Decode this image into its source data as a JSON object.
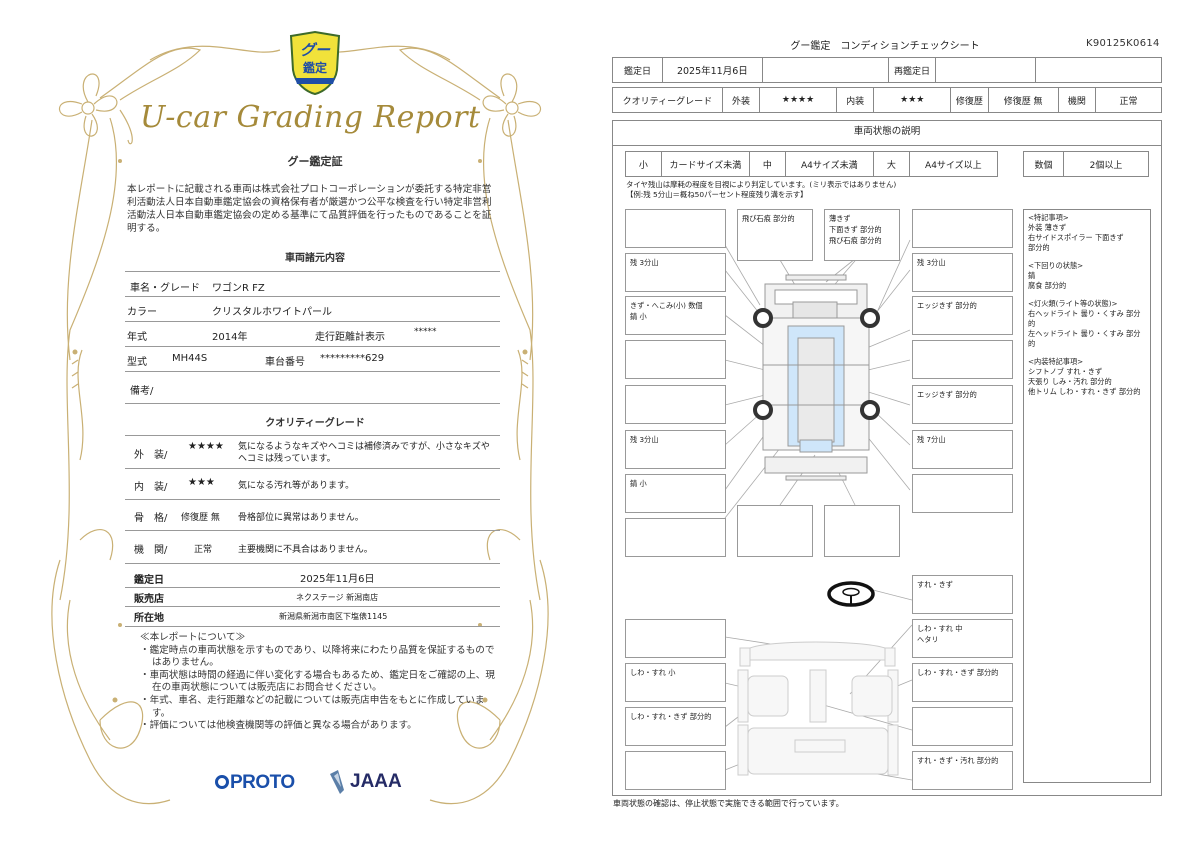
{
  "certificate": {
    "badge": {
      "line1": "グー",
      "line2": "鑑定"
    },
    "script_title": "U-car Grading Report",
    "heading": "グー鑑定証",
    "body": "本レポートに記載される車両は株式会社プロトコーポレーションが委託する特定非営利活動法人日本自動車鑑定協会の資格保有者が厳選かつ公平な検査を行い特定非営利活動法人日本自動車鑑定協会の定める基準にて品質評価を行ったものであることを証明する。",
    "specs_title": "車両諸元内容",
    "specs": {
      "name_label": "車名・グレード",
      "name_value": "ワゴンR FZ",
      "color_label": "カラー",
      "color_value": "クリスタルホワイトパール",
      "year_label": "年式",
      "year_value": "2014年",
      "odometer_label": "走行距離計表示",
      "odometer_value": "*****",
      "model_label": "型式",
      "model_value": "MH44S",
      "chassis_label": "車台番号",
      "chassis_value": "*********629",
      "remarks_label": "備考/"
    },
    "grade_title": "クオリティーグレード",
    "grades": [
      {
        "label": "外　装/",
        "rating": "★★★★",
        "desc": "気になるようなキズやヘコミは補修済みですが、小さなキズやヘコミは残っています。"
      },
      {
        "label": "内　装/",
        "rating": "★★★",
        "desc": "気になる汚れ等があります。"
      },
      {
        "label": "骨　格/",
        "rating": "修復歴 無",
        "desc": "骨格部位に異常はありません。"
      },
      {
        "label": "機　関/",
        "rating": "正常",
        "desc": "主要機関に不具合はありません。"
      }
    ],
    "info": {
      "date_label": "鑑定日",
      "date_value": "2025年11月6日",
      "shop_label": "販売店",
      "shop_value": "ネクステージ 新潟南店",
      "address_label": "所在地",
      "address_value": "新潟県新潟市南区下塩俵1145"
    },
    "notes_title": "≪本レポートについて≫",
    "notes": [
      "・鑑定時点の車両状態を示すものであり、以降将来にわたり品質を保証するものではありません。",
      "・車両状態は時間の経過に伴い変化する場合もあるため、鑑定日をご確認の上、現在の車両状態については販売店にお問合せください。",
      "・年式、車名、走行距離などの記載については販売店申告をもとに作成しています。",
      "・評価については他検査機関等の評価と異なる場合があります。"
    ],
    "logos": {
      "proto": "PROTO",
      "jaaa": "JAAA"
    }
  },
  "sheet": {
    "title": "グー鑑定　コンディションチェックシート",
    "id": "K90125K0614",
    "row1": {
      "date_label": "鑑定日",
      "date_value": "2025年11月6日",
      "blank1": "",
      "reinspect_label": "再鑑定日",
      "reinspect_value": "",
      "blank2": ""
    },
    "row2": {
      "quality_label": "クオリティーグレード",
      "ext_label": "外装",
      "ext_value": "★★★★",
      "int_label": "内装",
      "int_value": "★★★",
      "repair_label": "修復歴",
      "repair_value": "修復歴 無",
      "engine_label": "機関",
      "engine_value": "正常"
    },
    "section_title": "車両状態の説明",
    "size_legend": [
      {
        "key": "小",
        "desc": "カードサイズ未満"
      },
      {
        "key": "中",
        "desc": "A4サイズ未満"
      },
      {
        "key": "大",
        "desc": "A4サイズ以上"
      }
    ],
    "count_legend": {
      "key": "数個",
      "desc": "2個以上"
    },
    "tire_note_1": "タイヤ残山は摩耗の程度を目視により判定しています。(ミリ表示ではありません)",
    "tire_note_2": "【例:残 5分山＝概ね50パーセント程度残り溝を示す】",
    "exterior_boxes": [
      {
        "id": "L1",
        "lines": []
      },
      {
        "id": "L2",
        "lines": [
          "残 3分山"
        ]
      },
      {
        "id": "L3",
        "lines": [
          "きず・へこみ(小) 数個",
          "錆 小"
        ]
      },
      {
        "id": "L4",
        "lines": []
      },
      {
        "id": "L5",
        "lines": []
      },
      {
        "id": "L6",
        "lines": [
          "残 3分山"
        ]
      },
      {
        "id": "L7",
        "lines": [
          "錆 小"
        ]
      },
      {
        "id": "L8",
        "lines": []
      },
      {
        "id": "T1",
        "lines": [
          "飛び石痕 部分的"
        ]
      },
      {
        "id": "T2",
        "lines": [
          "薄きず",
          "下面きず 部分的",
          "飛び石痕 部分的"
        ]
      },
      {
        "id": "B1",
        "lines": []
      },
      {
        "id": "B2",
        "lines": []
      },
      {
        "id": "R1",
        "lines": []
      },
      {
        "id": "R2",
        "lines": [
          "残 3分山"
        ]
      },
      {
        "id": "R3",
        "lines": [
          "エッジきず 部分的"
        ]
      },
      {
        "id": "R4",
        "lines": []
      },
      {
        "id": "R5",
        "lines": [
          "エッジきず 部分的"
        ]
      },
      {
        "id": "R6",
        "lines": [
          "残 7分山"
        ]
      },
      {
        "id": "R7",
        "lines": []
      }
    ],
    "interior_boxes": [
      {
        "id": "IL1",
        "lines": []
      },
      {
        "id": "IL2",
        "lines": [
          "しわ・すれ 小"
        ]
      },
      {
        "id": "IL3",
        "lines": [
          "しわ・すれ・きず 部分的"
        ]
      },
      {
        "id": "IL4",
        "lines": []
      },
      {
        "id": "IR0",
        "lines": [
          "すれ・きず"
        ]
      },
      {
        "id": "IR1",
        "lines": [
          "しわ・すれ 中",
          "ヘタリ"
        ]
      },
      {
        "id": "IR2",
        "lines": [
          "しわ・すれ・きず 部分的"
        ]
      },
      {
        "id": "IR3",
        "lines": []
      },
      {
        "id": "IR4",
        "lines": [
          "すれ・きず・汚れ 部分的"
        ]
      }
    ],
    "remarks": [
      {
        "title": "<特記事項>",
        "items": [
          "外装 薄きず",
          "右サイドスポイラー 下面きず",
          "部分的"
        ]
      },
      {
        "title": "<下回りの状態>",
        "items": [
          "錆",
          "腐食 部分的"
        ]
      },
      {
        "title": "<灯火類(ライト等の状態)>",
        "items": [
          "右ヘッドライト 曇り・くすみ 部分的",
          "左ヘッドライト 曇り・くすみ 部分的"
        ]
      },
      {
        "title": "<内装特記事項>",
        "items": [
          "シフトノブ すれ・きず",
          "天張り しみ・汚れ 部分的",
          "他トリム しわ・すれ・きず 部分的"
        ]
      }
    ],
    "footer_note": "車両状態の確認は、停止状態で実施できる範囲で行っています。"
  },
  "colors": {
    "gold": "#b49a4e",
    "gold_dark": "#a58a3a",
    "proto_blue": "#1a4faa",
    "jaaa_navy": "#252b66",
    "glass_blue": "#cfe6fa",
    "border_gray": "#888888"
  }
}
